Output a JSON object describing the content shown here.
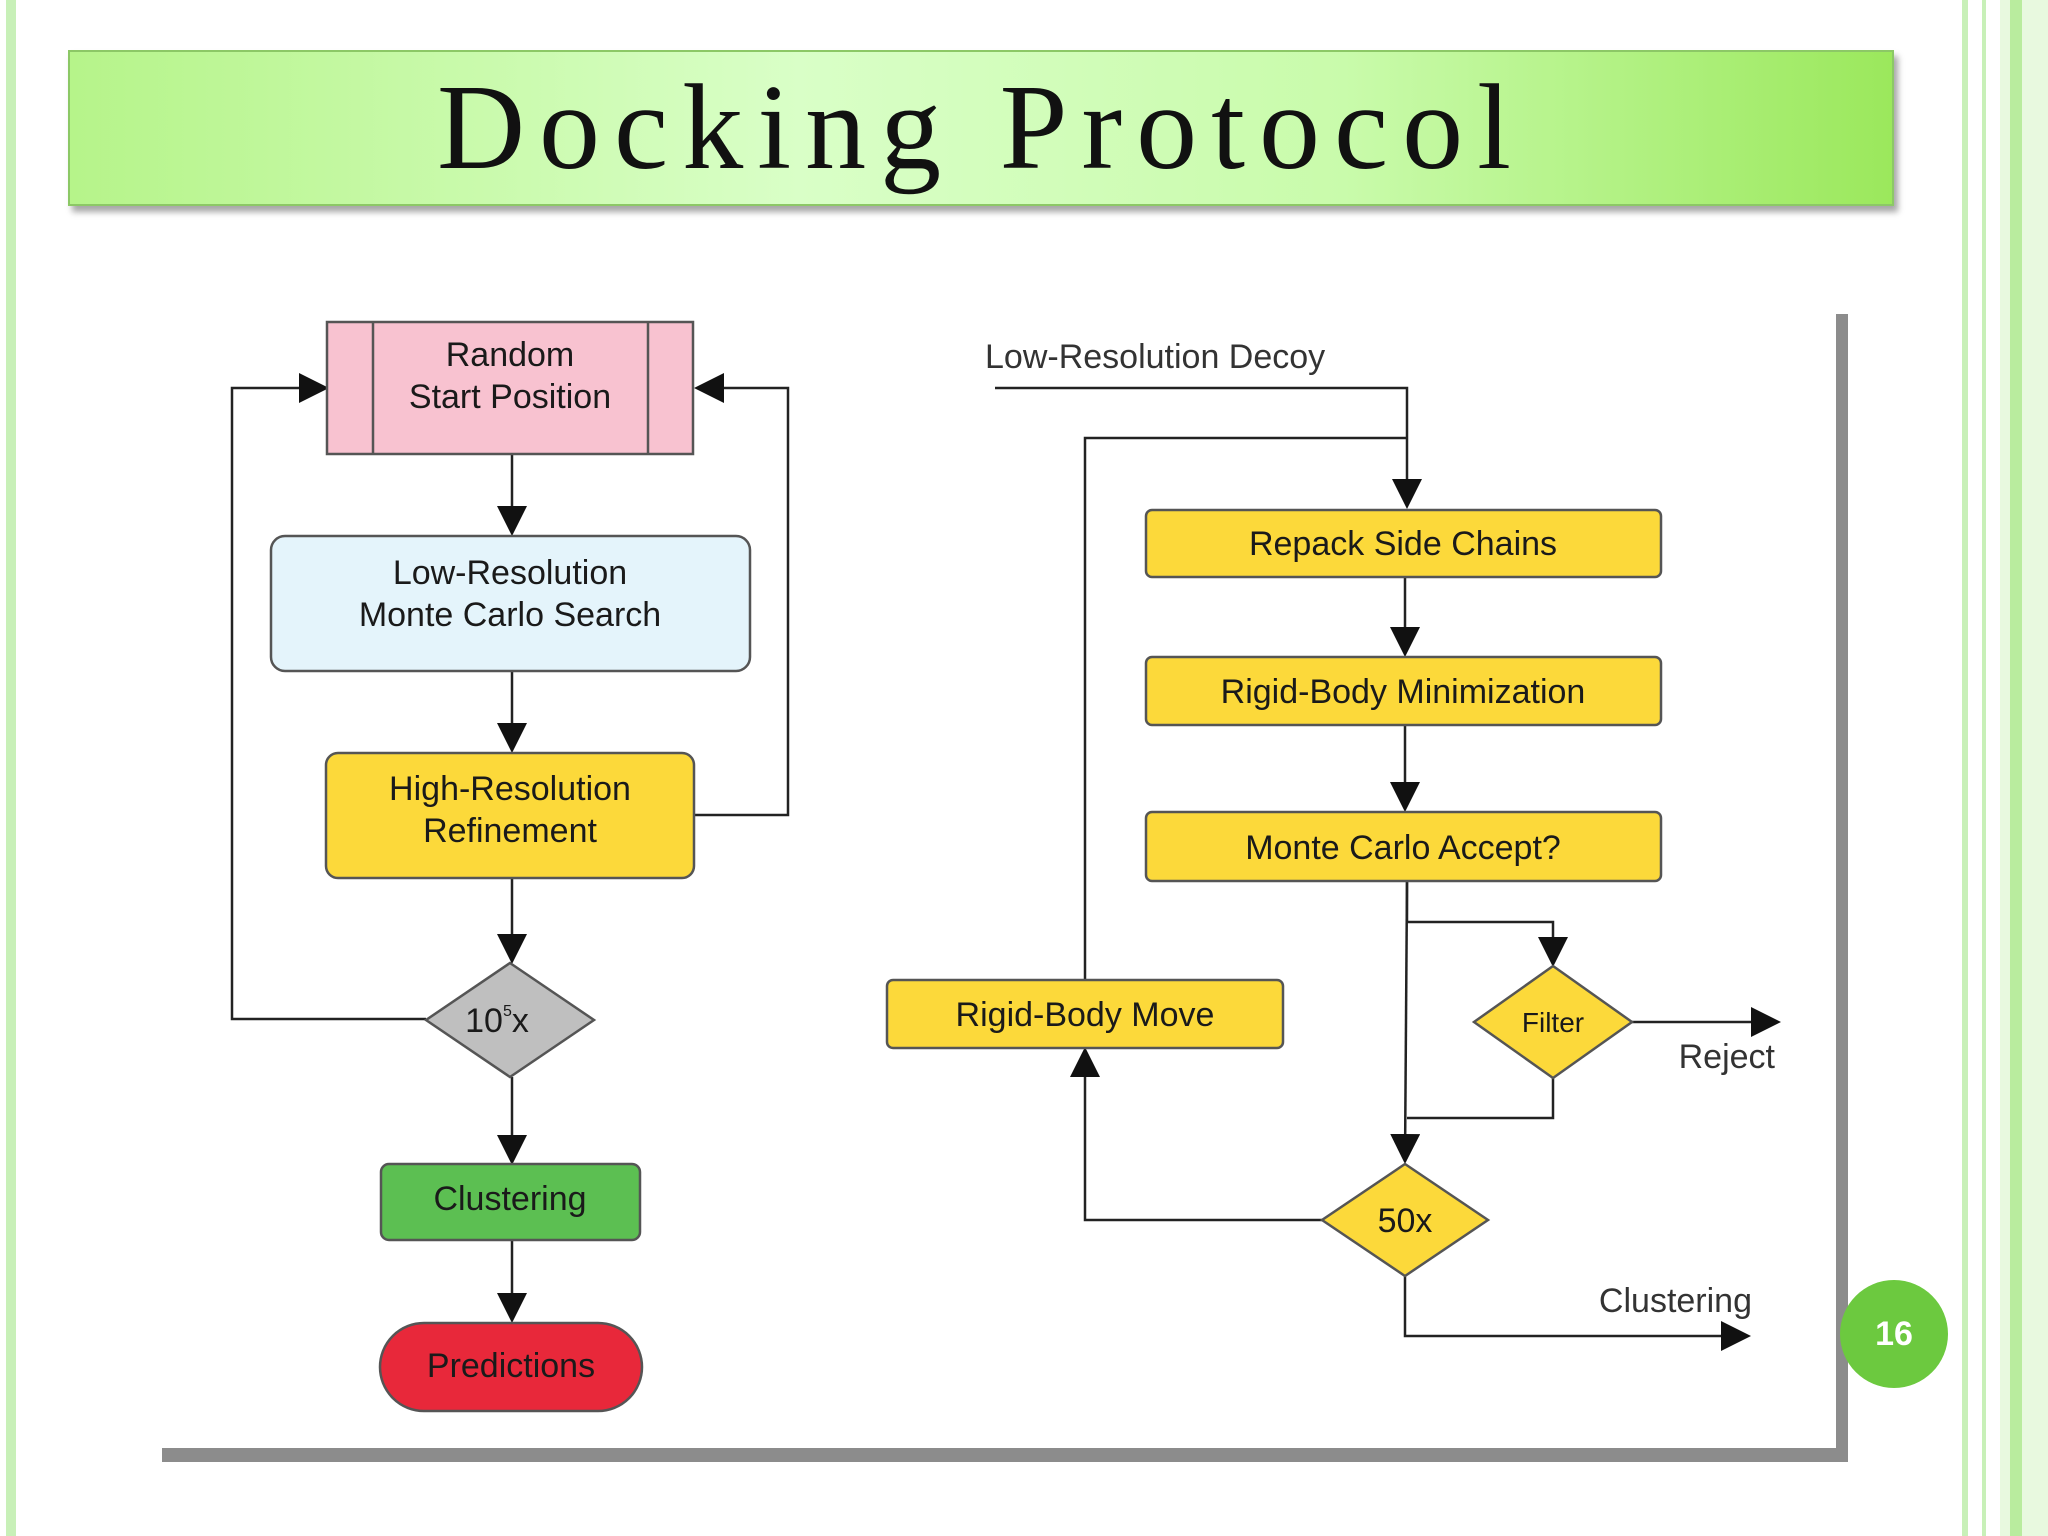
{
  "slide": {
    "title": "Docking Protocol",
    "page_number": "16",
    "colors": {
      "banner_green": "#c9fbab",
      "badge_green": "#6cc93f",
      "pink": "#f8c2d0",
      "light_blue": "#e4f4fb",
      "yellow": "#fcd93a",
      "gray": "#bfbfbf",
      "green": "#5cbf52",
      "red": "#e8283a"
    }
  },
  "left_flow": {
    "random_start_line1": "Random",
    "random_start_line2": "Start Position",
    "lowres_line1": "Low-Resolution",
    "lowres_line2": "Monte Carlo Search",
    "highres_line1": "High-Resolution",
    "highres_line2": "Refinement",
    "loop_base": "10",
    "loop_exp": "5",
    "loop_suffix": "x",
    "clustering": "Clustering",
    "predictions": "Predictions"
  },
  "right_flow": {
    "input_label": "Low-Resolution Decoy",
    "repack": "Repack Side Chains",
    "minimize": "Rigid-Body Minimization",
    "accept": "Monte Carlo Accept?",
    "filter": "Filter",
    "reject": "Reject",
    "move": "Rigid-Body Move",
    "loop": "50x",
    "output_label": "Clustering"
  }
}
